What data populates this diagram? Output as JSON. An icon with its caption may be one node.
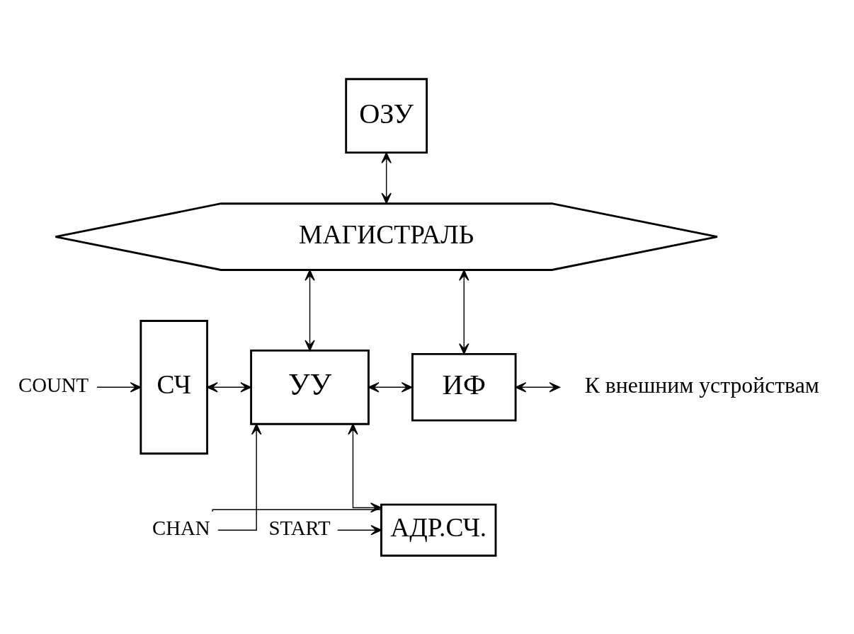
{
  "diagram": {
    "nodes": [
      {
        "text": [
          "ОЗУ"
        ]
      },
      {
        "text": [
          "МАГИСТРАЛЬ"
        ]
      },
      {
        "text": [
          "СЧ"
        ]
      },
      {
        "text": [
          "УУ"
        ]
      },
      {
        "text": [
          "ИФ"
        ]
      },
      {
        "text": [
          "К внешним устройствам"
        ]
      },
      {
        "text": [
          "COUNT"
        ]
      },
      {
        "text": [
          "CHAN"
        ]
      },
      {
        "text": [
          "АДР.СЧ."
        ]
      },
      {
        "text": [
          "START"
        ]
      }
    ],
    "edges": [
      {
        "from": 0,
        "to": 1,
        "arrow": "both"
      },
      {
        "from": 1,
        "to": 3,
        "arrow": "both"
      },
      {
        "from": 1,
        "to": 4,
        "arrow": "both"
      },
      {
        "from": 2,
        "to": 3,
        "arrow": "both"
      },
      {
        "from": 3,
        "to": 4,
        "arrow": "both"
      },
      {
        "from": 4,
        "to": 5,
        "arrow": "both"
      },
      {
        "from": 6,
        "to": 2,
        "arrow": "to"
      },
      {
        "from": 7,
        "to": 3,
        "arrow": "to"
      },
      {
        "from": 7,
        "to": 8,
        "arrow": "none"
      },
      {
        "from": 3,
        "to": 8,
        "arrow": "both"
      },
      {
        "from": 9,
        "to": 8,
        "arrow": "to"
      }
    ]
  }
}
